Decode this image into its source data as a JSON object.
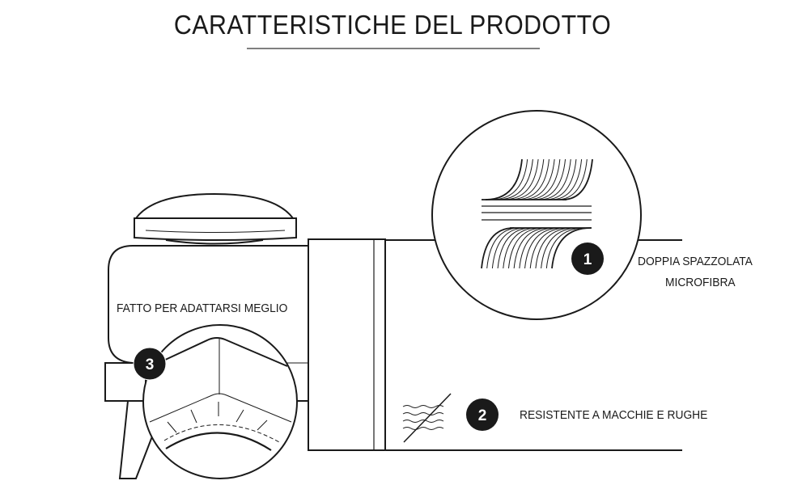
{
  "title": "CARATTERISTICHE DEL PRODOTTO",
  "features": [
    {
      "number": "1",
      "label_line1": "DOPPIA SPAZZOLATA",
      "label_line2": "MICROFIBRA"
    },
    {
      "number": "2",
      "label": "RESISTENTE A MACCHIE E RUGHE"
    },
    {
      "number": "3",
      "label": "FATTO PER ADATTARSI MEGLIO"
    }
  ],
  "colors": {
    "ink": "#1a1a1a",
    "badge": "#1a1a1a",
    "background": "#ffffff"
  }
}
